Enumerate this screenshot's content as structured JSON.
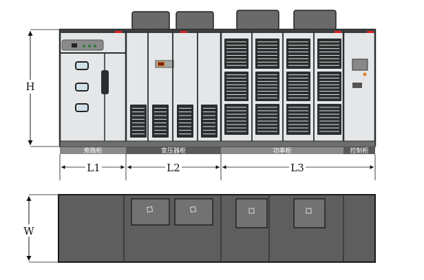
{
  "dimensions": {
    "height_label": "H",
    "width_label": "W",
    "length_labels": [
      "L1",
      "L2",
      "L3"
    ]
  },
  "sections": [
    {
      "name": "旁路柜",
      "color": "#8a8a8a"
    },
    {
      "name": "变压器柜",
      "color": "#5a5a5a"
    },
    {
      "name": "功率柜",
      "color": "#8a8a8a"
    },
    {
      "name": "控制柜",
      "color": "#5a5a5a"
    }
  ],
  "colors": {
    "cabinet": "#e4e6e8",
    "frame": "#2a2e2e",
    "top_view": "#5e5e5e",
    "accent": "#e02020"
  }
}
